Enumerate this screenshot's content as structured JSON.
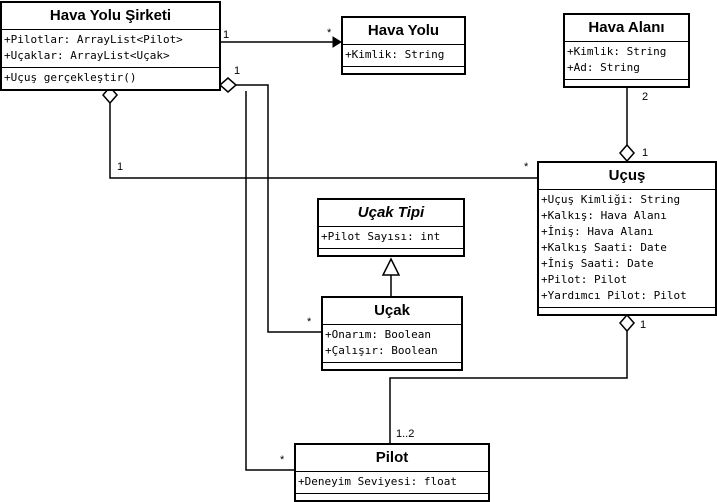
{
  "classes": {
    "airline_company": {
      "name": "Hava Yolu Şirketi",
      "attributes": [
        "+Pilotlar: ArrayList<Pilot>",
        "+Uçaklar: ArrayList<Uçak>"
      ],
      "operations": [
        "+Uçuş gerçekleştir()"
      ]
    },
    "airline": {
      "name": "Hava Yolu",
      "attributes": [
        "+Kimlik: String"
      ]
    },
    "airport": {
      "name": "Hava Alanı",
      "attributes": [
        "+Kimlik: String",
        "+Ad: String"
      ]
    },
    "flight": {
      "name": "Uçuş",
      "attributes": [
        "+Uçuş Kimliği: String",
        "+Kalkış: Hava Alanı",
        "+İniş: Hava Alanı",
        "+Kalkış Saati: Date",
        "+İniş Saati: Date",
        "+Pilot: Pilot",
        "+Yardımcı Pilot: Pilot"
      ]
    },
    "aircraft_type": {
      "name": "Uçak Tipi",
      "attributes": [
        "+Pilot Sayısı: int"
      ]
    },
    "aircraft": {
      "name": "Uçak",
      "attributes": [
        "+Onarım: Boolean",
        "+Çalışır: Boolean"
      ]
    },
    "pilot": {
      "name": "Pilot",
      "attributes": [
        "+Deneyim Seviyesi: float"
      ]
    }
  },
  "multiplicities": {
    "company_to_airline_source": "1",
    "company_to_airline_target": "*",
    "company_to_flight_source": "1",
    "company_to_flight_target": "*",
    "company_aggregation_source": "1",
    "company_to_aircraft_target": "*",
    "company_to_pilot_target": "*",
    "airport_to_flight_source": "2",
    "airport_to_flight_target": "1",
    "flight_to_pilot_source": "1",
    "flight_to_pilot_target": "1..2"
  }
}
